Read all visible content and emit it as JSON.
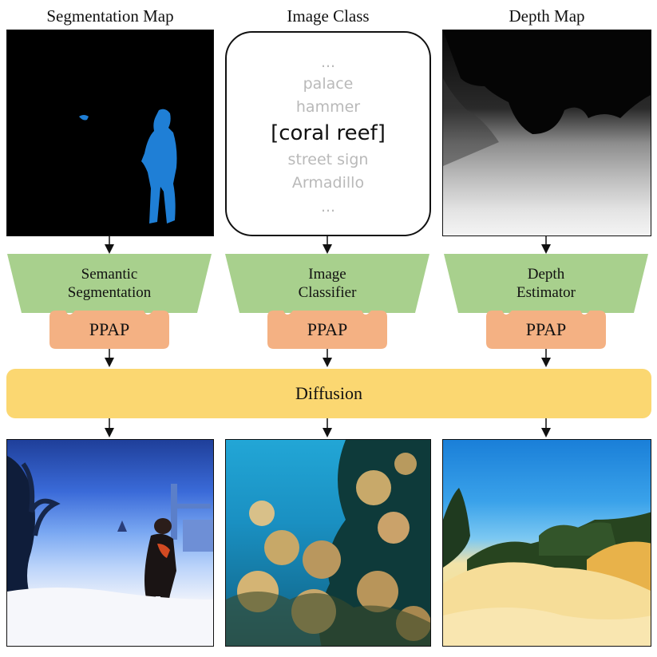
{
  "columns": [
    {
      "title": "Segmentation Map",
      "model_label_line1": "Semantic",
      "model_label_line2": "Segmentation",
      "adapter_label": "PPAP"
    },
    {
      "title": "Image Class",
      "model_label_line1": "Image",
      "model_label_line2": "Classifier",
      "adapter_label": "PPAP"
    },
    {
      "title": "Depth Map",
      "model_label_line1": "Depth",
      "model_label_line2": "Estimator",
      "adapter_label": "PPAP"
    }
  ],
  "class_list": {
    "items": [
      "...",
      "palace",
      "hammer",
      "[coral reef]",
      "street sign",
      "Armadillo",
      "..."
    ],
    "selected": "[coral reef]"
  },
  "diffusion_label": "Diffusion",
  "colors": {
    "model_green": "#a8d08d",
    "ppap_orange": "#f4b183",
    "diffusion_yellow": "#fbd771",
    "segment_blue": "#1f7fd6"
  }
}
